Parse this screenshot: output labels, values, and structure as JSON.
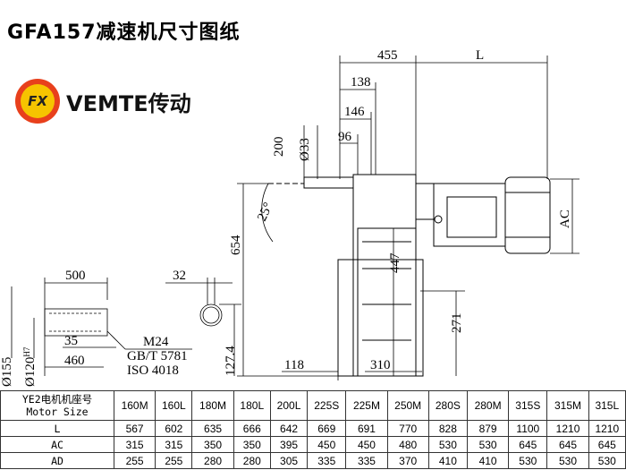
{
  "title": "GFA157减速机尺寸图纸",
  "brand": {
    "logo_text": "FX",
    "name": "VEMTE传动",
    "logo_color": "#e8401c",
    "logo_inner_color": "#f6c400"
  },
  "drawing": {
    "dim_455": "455",
    "dim_L": "L",
    "dim_138": "138",
    "dim_146": "146",
    "dim_96": "96",
    "dim_200": "200",
    "dim_d33": "Ø33",
    "dim_25deg": "25°",
    "dim_654": "654",
    "dim_447": "447",
    "dim_AC": "AC",
    "dim_271": "271",
    "dim_118": "118",
    "dim_310": "310",
    "dim_500": "500",
    "dim_32": "32",
    "dim_35": "35",
    "dim_460": "460",
    "dim_d155": "Ø155",
    "dim_d120": "Ø120",
    "dim_h7": "H7",
    "dim_127_4": "127.4",
    "note_m24": "M24",
    "note_gbt": "GB/T 5781",
    "note_iso": "ISO 4018"
  },
  "table": {
    "header_cn": "YE2电机机座号",
    "header_en": "Motor Size",
    "sizes": [
      "160M",
      "160L",
      "180M",
      "180L",
      "200L",
      "225S",
      "225M",
      "250M",
      "280S",
      "280M",
      "315S",
      "315M",
      "315L"
    ],
    "rows": [
      {
        "label": "L",
        "values": [
          "567",
          "602",
          "635",
          "666",
          "642",
          "669",
          "691",
          "770",
          "828",
          "879",
          "1100",
          "1210",
          "1210"
        ]
      },
      {
        "label": "AC",
        "values": [
          "315",
          "315",
          "350",
          "350",
          "395",
          "450",
          "450",
          "480",
          "530",
          "530",
          "645",
          "645",
          "645"
        ]
      },
      {
        "label": "AD",
        "values": [
          "255",
          "255",
          "280",
          "280",
          "305",
          "335",
          "335",
          "370",
          "410",
          "410",
          "530",
          "530",
          "530"
        ]
      }
    ]
  }
}
